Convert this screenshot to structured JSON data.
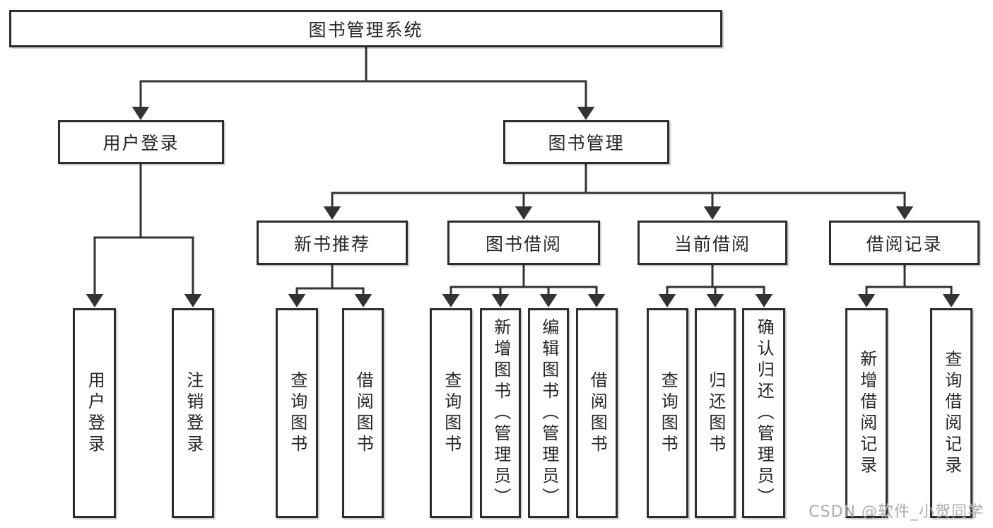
{
  "tree": {
    "root": {
      "label": "图书管理系统",
      "children": [
        {
          "label": "用户登录",
          "children": [
            {
              "label": "用户登录"
            },
            {
              "label": "注销登录"
            }
          ]
        },
        {
          "label": "图书管理",
          "children": [
            {
              "label": "新书推荐",
              "children": [
                {
                  "label": "查询图书"
                },
                {
                  "label": "借阅图书"
                }
              ]
            },
            {
              "label": "图书借阅",
              "children": [
                {
                  "label": "查询图书"
                },
                {
                  "label": "新增图书（管理员）"
                },
                {
                  "label": "编辑图书（管理员）"
                },
                {
                  "label": "借阅图书"
                }
              ]
            },
            {
              "label": "当前借阅",
              "children": [
                {
                  "label": "查询图书"
                },
                {
                  "label": "归还图书"
                },
                {
                  "label": "确认归还（管理员）"
                }
              ]
            },
            {
              "label": "借阅记录",
              "children": [
                {
                  "label": "新增借阅记录"
                },
                {
                  "label": "查询借阅记录"
                }
              ]
            }
          ]
        }
      ]
    }
  },
  "watermark": "CSDN @软件_小贺同学",
  "colors": {
    "line": "#333333",
    "border": "#2d2d2d",
    "text": "#262626",
    "watermark": "#ababab",
    "background": "#ffffff"
  }
}
